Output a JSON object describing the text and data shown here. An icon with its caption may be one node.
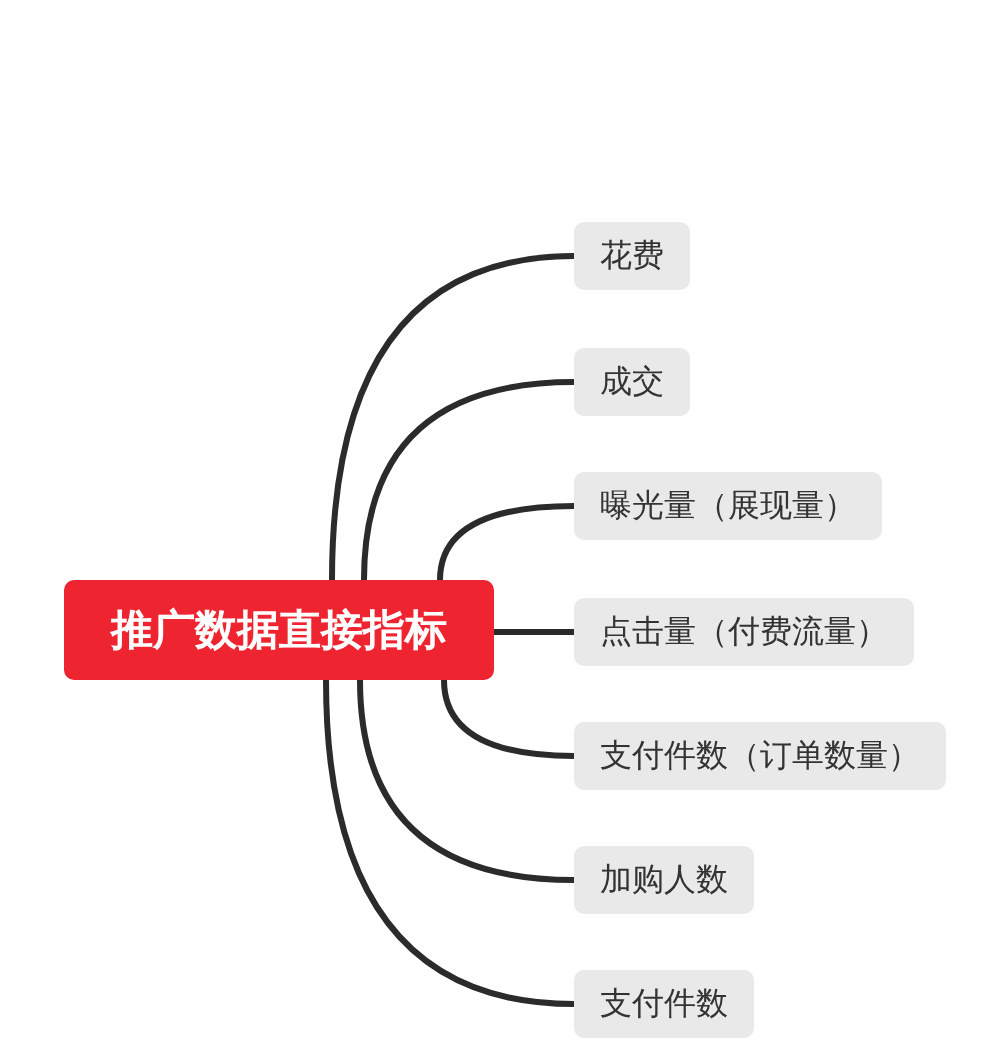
{
  "diagram": {
    "nodes": [
      {
        "text": [
          "推广数据直接指标"
        ]
      },
      {
        "text": [
          "花费"
        ]
      },
      {
        "text": [
          "成交"
        ]
      },
      {
        "text": [
          "曝光量（展现量）"
        ]
      },
      {
        "text": [
          "点击量（付费流量）"
        ]
      },
      {
        "text": [
          "支付件数（订单数量）"
        ]
      },
      {
        "text": [
          "加购人数"
        ]
      },
      {
        "text": [
          "支付件数"
        ]
      }
    ],
    "edges": [
      {
        "from": 0,
        "to": 1,
        "arrow": "none"
      },
      {
        "from": 0,
        "to": 2,
        "arrow": "none"
      },
      {
        "from": 0,
        "to": 3,
        "arrow": "none"
      },
      {
        "from": 0,
        "to": 4,
        "arrow": "none"
      },
      {
        "from": 0,
        "to": 5,
        "arrow": "none"
      },
      {
        "from": 0,
        "to": 6,
        "arrow": "none"
      },
      {
        "from": 0,
        "to": 7,
        "arrow": "none"
      }
    ]
  }
}
